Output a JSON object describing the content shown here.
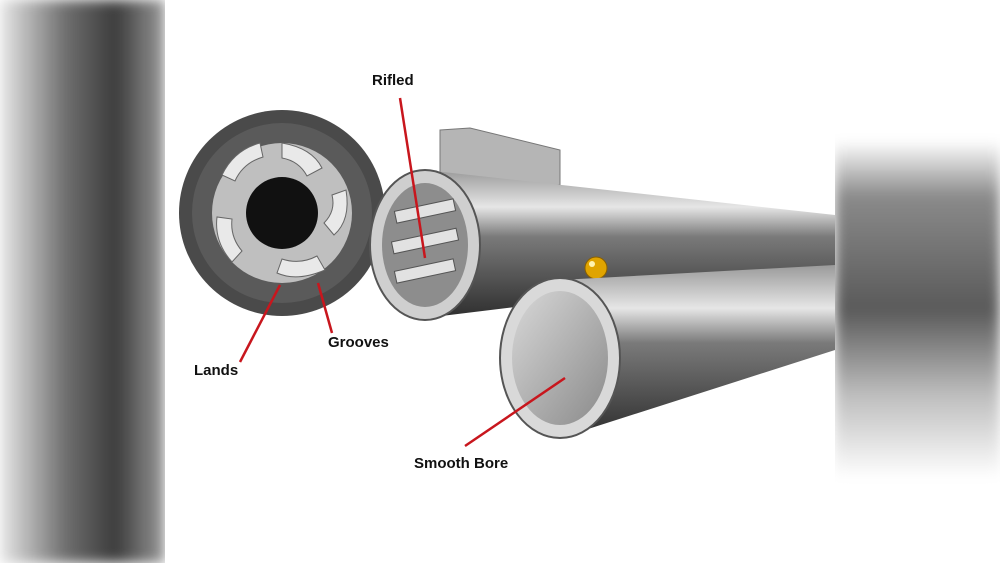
{
  "labels": {
    "rifled": "Rifled",
    "grooves": "Grooves",
    "lands": "Lands",
    "smooth_bore": "Smooth Bore"
  },
  "colors": {
    "pointer": "#c8161d",
    "ball": "#e0a400"
  }
}
